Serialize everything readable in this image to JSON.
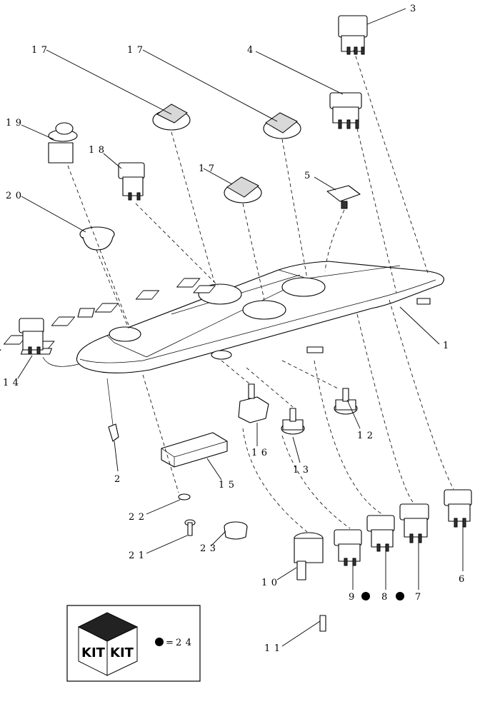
{
  "callouts": [
    {
      "id": "1",
      "label": "1"
    },
    {
      "id": "2",
      "label": "2"
    },
    {
      "id": "3",
      "label": "3"
    },
    {
      "id": "4",
      "label": "4"
    },
    {
      "id": "5",
      "label": "5"
    },
    {
      "id": "6",
      "label": "6"
    },
    {
      "id": "7",
      "label": "7"
    },
    {
      "id": "8",
      "label": "8"
    },
    {
      "id": "9",
      "label": "9"
    },
    {
      "id": "10",
      "label": "10"
    },
    {
      "id": "11",
      "label": "11"
    },
    {
      "id": "12",
      "label": "12"
    },
    {
      "id": "13",
      "label": "13"
    },
    {
      "id": "14",
      "label": "14"
    },
    {
      "id": "15",
      "label": "15"
    },
    {
      "id": "16",
      "label": "16"
    },
    {
      "id": "17a",
      "label": "17"
    },
    {
      "id": "17b",
      "label": "17"
    },
    {
      "id": "17c",
      "label": "17"
    },
    {
      "id": "18",
      "label": "18"
    },
    {
      "id": "19",
      "label": "19"
    },
    {
      "id": "20",
      "label": "20"
    },
    {
      "id": "21",
      "label": "21"
    },
    {
      "id": "22",
      "label": "22"
    },
    {
      "id": "23",
      "label": "23"
    }
  ],
  "legend": {
    "kit_left": "KIT",
    "kit_right": "KIT",
    "equals": "=",
    "kit_number": "24"
  }
}
